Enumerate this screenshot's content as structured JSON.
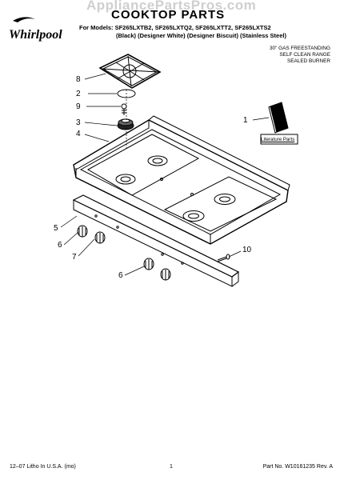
{
  "header": {
    "brand": "Whirlpool",
    "watermark": "AppliancePartsPros.com",
    "title": "COOKTOP PARTS",
    "models": "For Models: SF265LXTB2, SF265LXTQ2, SF265LXTT2, SF265LXTS2",
    "finishes": "(Black) (Designer White) (Designer Biscuit) (Stainless Steel)"
  },
  "product": {
    "lines": [
      "30\" GAS FREESTANDING",
      "SELF CLEAN RANGE",
      "SEALED BURNER"
    ]
  },
  "callouts": [
    "8",
    "2",
    "9",
    "3",
    "4",
    "1",
    "5",
    "6",
    "7",
    "6",
    "10"
  ],
  "literature_label": "Literature Parts",
  "footer": {
    "left": "12–07 Litho In U.S.A. (mo)",
    "page": "1",
    "right": "Part No. W10161235 Rev. A"
  },
  "colors": {
    "ink": "#000000",
    "watermark": "#cfcfcf"
  }
}
